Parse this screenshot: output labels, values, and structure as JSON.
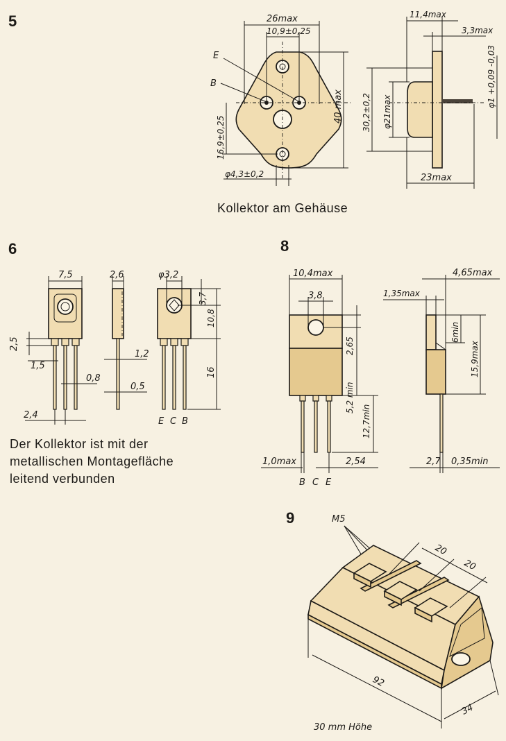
{
  "figures": {
    "fig5": {
      "number": "5",
      "dims": {
        "width_max": "26max",
        "hole_spacing": "10,9±0,25",
        "height_max": "40 max",
        "offset": "16,9±0,25",
        "mount_hole": "φ4,3±0,2",
        "can_height": "30,2±0,2",
        "can_diam": "φ21max",
        "depth_max": "11,4max",
        "flange": "3,3max",
        "lead_diam": "φ1 +0,09 -0,03",
        "total_depth": "23max"
      },
      "pins": {
        "emitter": "E",
        "base": "B"
      },
      "caption": "Kollektor am Gehäuse"
    },
    "fig6": {
      "number": "6",
      "dims": {
        "width": "7,5",
        "thickness": "2,6",
        "hole": "φ3,2",
        "hole_pos": "3,7",
        "body_height": "10,8",
        "lead_len": "16",
        "lead_step": "2,5",
        "lead_width": "1,5",
        "lead_pitch": "0,8",
        "lead_thick": "1,2",
        "lead_thick2": "0,5",
        "pitch": "2,4"
      },
      "pins": [
        "E",
        "C",
        "B"
      ],
      "note": [
        "Der Kollektor ist mit der",
        "metallischen Montagefläche",
        "leitend verbunden"
      ]
    },
    "fig8": {
      "number": "8",
      "dims": {
        "width_max": "10,4max",
        "hole": "3,8",
        "hole_pos": "2,65",
        "shoulder": "5,2 min",
        "lead_len": "12,7min",
        "lead_width": "1,0max",
        "pitch": "2,54",
        "tab_thick": "1,35max",
        "depth_max": "4,65max",
        "tab_min": "6min",
        "height_max": "15,9max",
        "lead_thick": "2,7",
        "lead_min": "0,35min"
      },
      "pins": [
        "B",
        "C",
        "E"
      ]
    },
    "fig9": {
      "number": "9",
      "dims": {
        "screw": "M5",
        "spacing_a": "20",
        "spacing_b": "20",
        "length": "92",
        "width": "34"
      },
      "note": "30 mm Höhe"
    }
  }
}
